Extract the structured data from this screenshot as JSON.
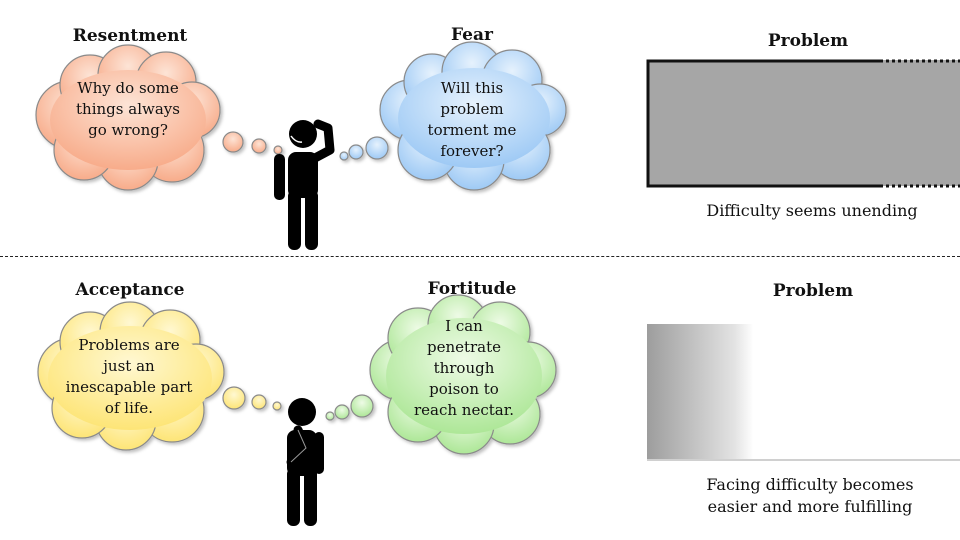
{
  "top": {
    "left_title": "Resentment",
    "left_thought": "Why do some things always go wrong?",
    "right_title": "Fear",
    "right_thought": "Will this problem torment me forever?",
    "problem_title": "Problem",
    "problem_caption": "Difficulty seems unending"
  },
  "bottom": {
    "left_title": "Acceptance",
    "left_thought": "Problems are just an inescapable part of life.",
    "right_title": "Fortitude",
    "right_thought": "I can penetrate through poison to reach nectar.",
    "problem_title": "Problem",
    "problem_caption": "Facing difficulty becomes easier and more fulfilling"
  },
  "colors": {
    "resentment": "#f9b391",
    "fear": "#a9d1f7",
    "acceptance": "#fde98a",
    "fortitude": "#b9eca5",
    "problem_box": "#a6a6a6"
  }
}
